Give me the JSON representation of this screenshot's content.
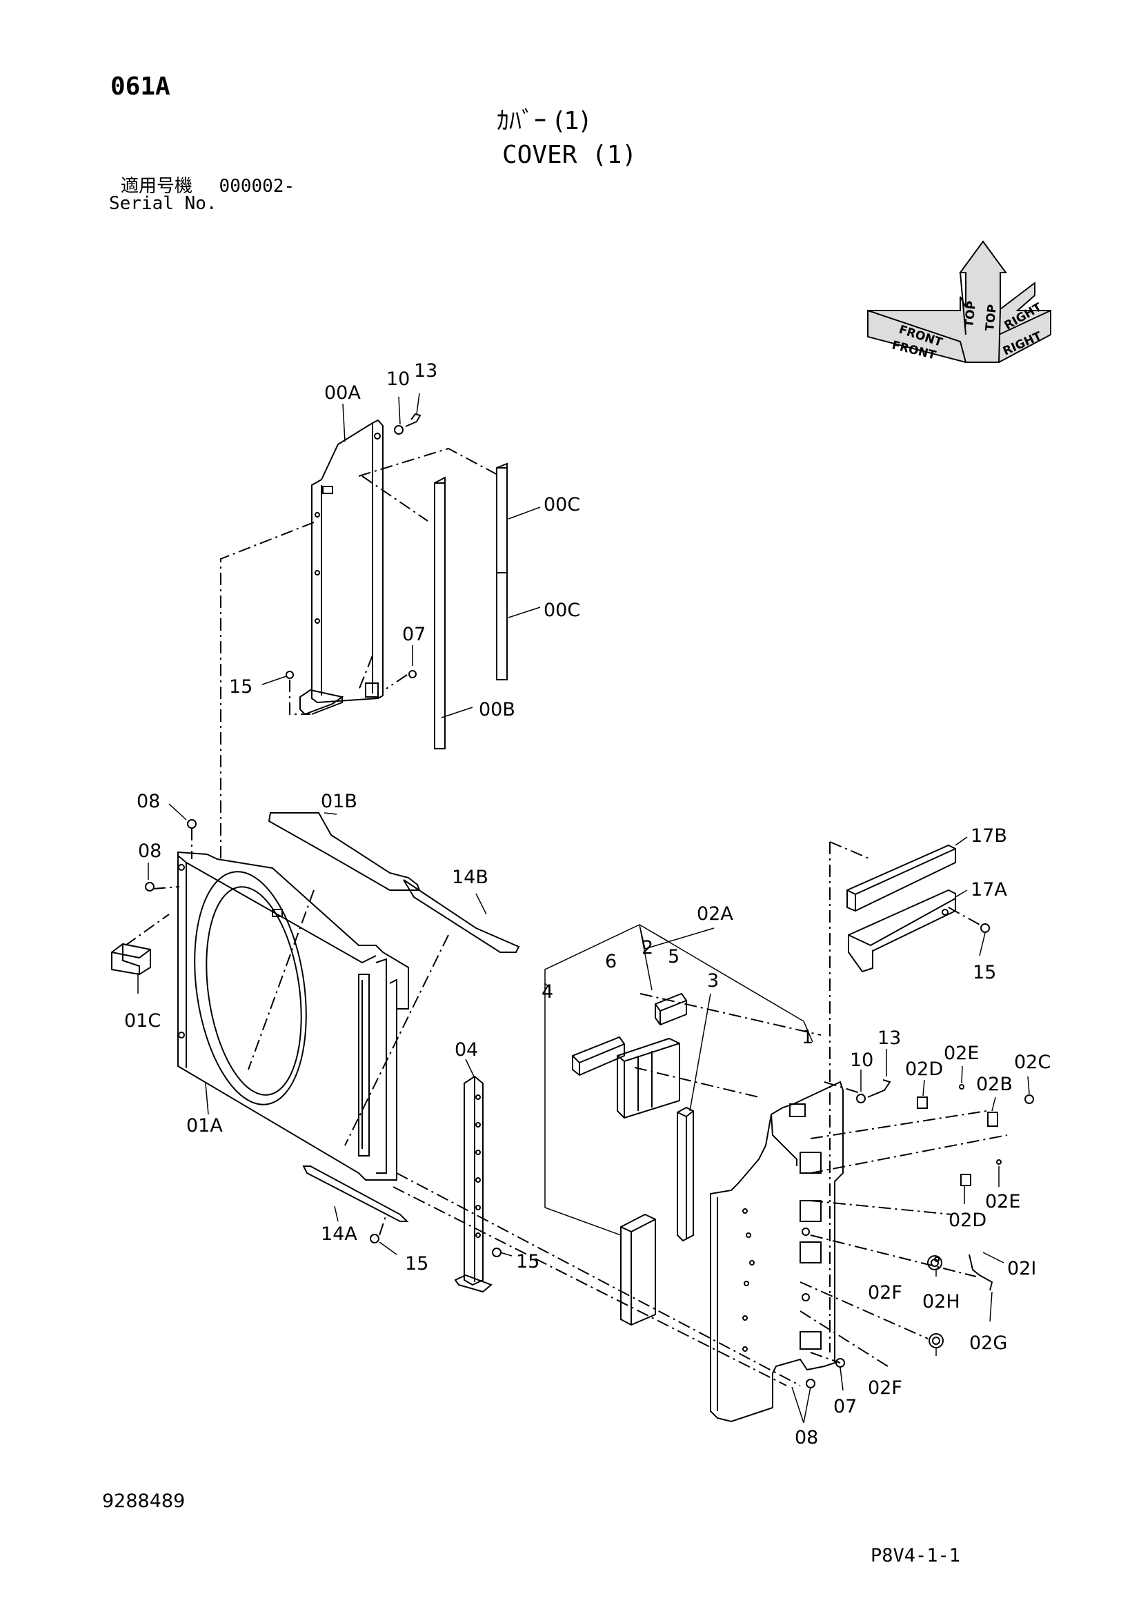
{
  "header": {
    "page_code": "061A",
    "title_jp": "ｶﾊﾞｰ (1)",
    "title_en": "COVER (1)",
    "serial_label_jp": "適用号機",
    "serial_value": "000002-",
    "serial_label_en": "Serial No."
  },
  "orientation": {
    "top_1": "TOP",
    "top_2": "TOP",
    "front_1": "FRONT",
    "front_2": "FRONT",
    "right_1": "RIGHT",
    "right_2": "RIGHT"
  },
  "callouts": {
    "p00A": "00A",
    "p10a": "10",
    "p13a": "13",
    "p00C_1": "00C",
    "p00C_2": "00C",
    "p07a": "07",
    "p15a": "15",
    "p00B": "00B",
    "p08a": "08",
    "p08b": "08",
    "p01B": "01B",
    "p14B": "14B",
    "p01C": "01C",
    "p01A": "01A",
    "p14A": "14A",
    "p15b": "15",
    "p04": "04",
    "p15c": "15",
    "p17B": "17B",
    "p17A": "17A",
    "p15d": "15",
    "p02A": "02A",
    "p4": "4",
    "p6": "6",
    "p2": "2",
    "p5": "5",
    "p3": "3",
    "p1": "1",
    "p10b": "10",
    "p13b": "13",
    "p02D_1": "02D",
    "p02E_1": "02E",
    "p02C": "02C",
    "p02B": "02B",
    "p02E_2": "02E",
    "p02D_2": "02D",
    "p02I": "02I",
    "p02H": "02H",
    "p02F_1": "02F",
    "p02G": "02G",
    "p02F_2": "02F",
    "p07b": "07",
    "p08c": "08"
  },
  "footer": {
    "doc_number": "9288489",
    "page_ref": "P8V4-1-1"
  }
}
